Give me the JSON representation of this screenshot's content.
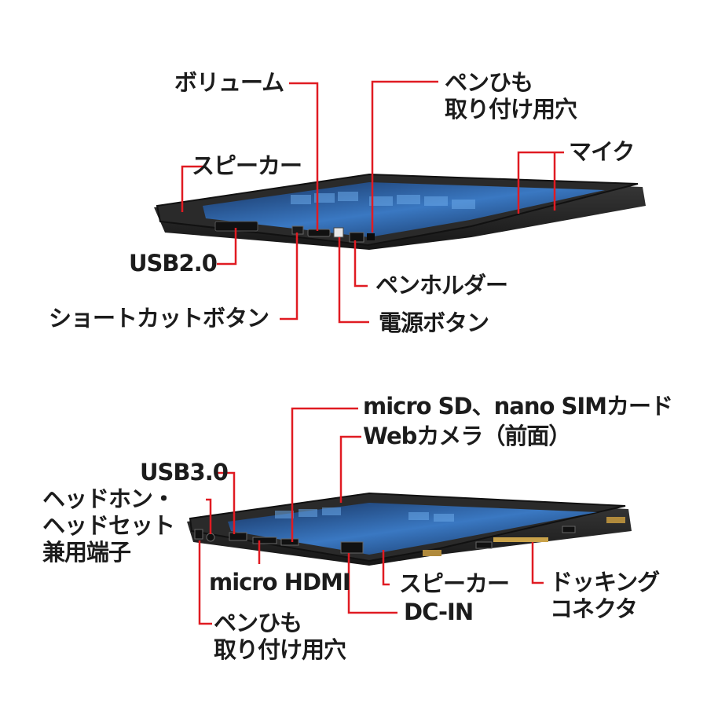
{
  "colors": {
    "leader": "#e01b22",
    "bezel": "#2b2b2b",
    "screen": "#1d4a8c"
  },
  "top_device": {
    "labels": {
      "volume": "ボリューム",
      "pen_strap_hole": [
        "ペンひも",
        "取り付け用穴"
      ],
      "speaker": "スピーカー",
      "mic": "マイク",
      "usb2": "USB2.0",
      "pen_holder": "ペンホルダー",
      "shortcut_button": "ショートカットボタン",
      "power_button": "電源ボタン"
    }
  },
  "bottom_device": {
    "labels": {
      "microsd_sim": "micro SD、nano SIMカード",
      "webcam": "Webカメラ（前面）",
      "usb3": "USB3.0",
      "headphone": [
        "ヘッドホン・",
        "ヘッドセット",
        "兼用端子"
      ],
      "micro_hdmi": "micro HDMI",
      "speaker": "スピーカー",
      "docking": [
        "ドッキング",
        "コネクタ"
      ],
      "dc_in": "DC-IN",
      "pen_strap_hole": [
        "ペンひも",
        "取り付け用穴"
      ]
    }
  }
}
